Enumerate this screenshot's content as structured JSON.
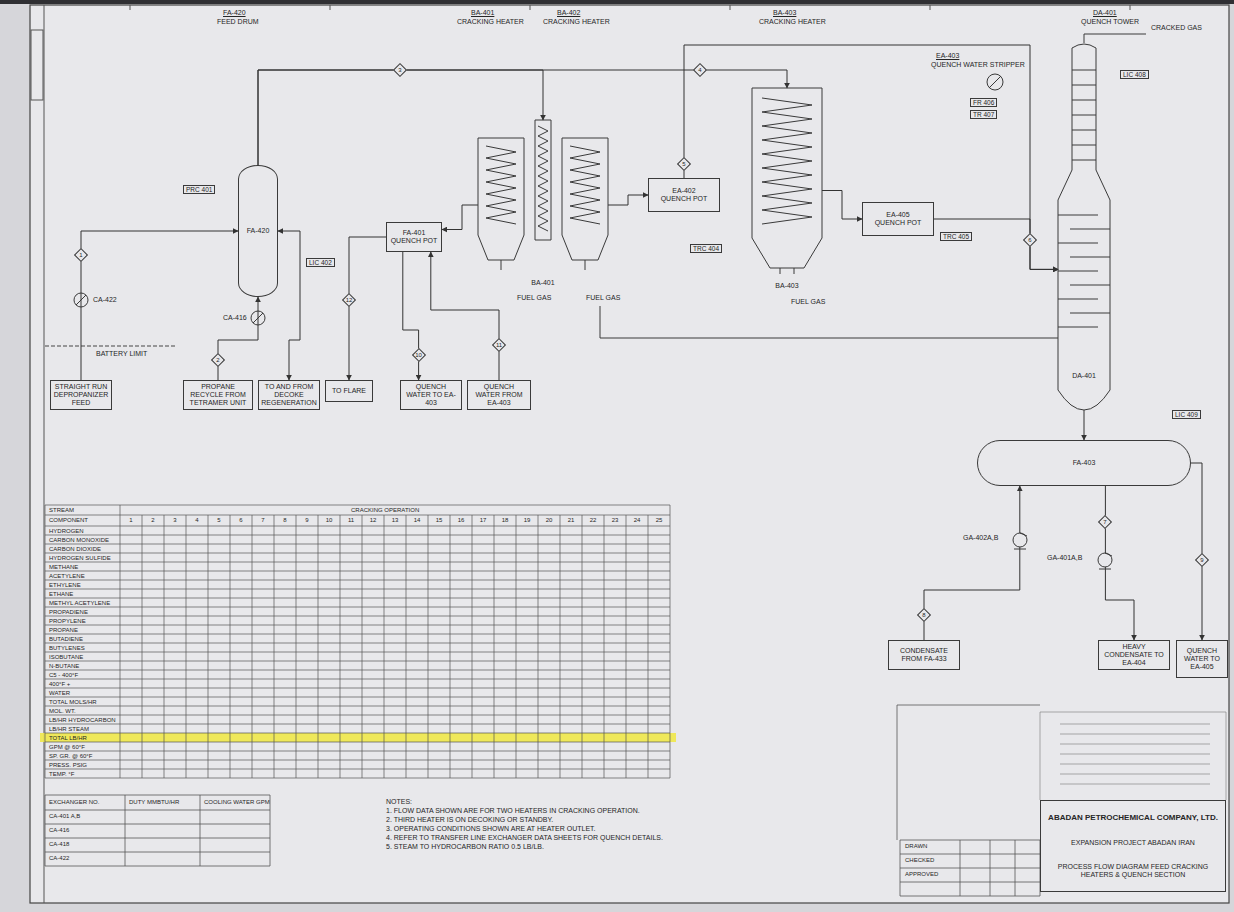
{
  "diagram": {
    "nodes": [
      {
        "text": [
          "FA-420"
        ]
      },
      {
        "text": [
          "FA-401",
          "QUENCH POT"
        ]
      },
      {
        "text": [
          "BA-401"
        ]
      },
      {
        "text": [
          "EA-402",
          "QUENCH POT"
        ]
      },
      {
        "text": [
          "BA-403"
        ]
      },
      {
        "text": [
          "EA-405",
          "QUENCH POT"
        ]
      },
      {
        "text": [
          "DA-401"
        ]
      },
      {
        "text": [
          "FA-403"
        ]
      },
      {
        "text": [
          "STRAIGHT RUN DEPROPANIZER FEED"
        ]
      },
      {
        "text": [
          "PROPANE RECYCLE FROM TETRAMER UNIT"
        ]
      },
      {
        "text": [
          "TO AND FROM DECOKE REGENERATION"
        ]
      },
      {
        "text": [
          "TO FLARE"
        ]
      },
      {
        "text": [
          "QUENCH WATER TO EA-403"
        ]
      },
      {
        "text": [
          "QUENCH WATER FROM EA-403"
        ]
      },
      {
        "text": [
          "CONDENSATE FROM FA-433"
        ]
      },
      {
        "text": [
          "HEAVY CONDENSATE TO EA-404"
        ]
      },
      {
        "text": [
          "QUENCH WATER TO EA-405"
        ]
      },
      {
        "text": [
          "ABADAN PETROCHEMICAL COMPANY, LTD.",
          "EXPANSION PROJECT ABADAN IRAN",
          "PROCESS FLOW DIAGRAM FEED CRACKING HEATERS & QUENCH SECTION"
        ]
      }
    ],
    "edges": [
      {
        "from": 8,
        "to": 0,
        "arrow": "to"
      },
      {
        "from": 9,
        "to": 0,
        "arrow": "to"
      },
      {
        "from": 0,
        "to": 2,
        "arrow": "to"
      },
      {
        "from": 0,
        "to": 4,
        "arrow": "to"
      },
      {
        "from": 2,
        "to": 3,
        "arrow": "to"
      },
      {
        "from": 4,
        "to": 5,
        "arrow": "to"
      },
      {
        "from": 3,
        "to": 6,
        "arrow": "to"
      },
      {
        "from": 5,
        "to": 6,
        "arrow": "to"
      },
      {
        "from": 6,
        "to": 7,
        "arrow": "to"
      },
      {
        "from": 7,
        "to": 15,
        "arrow": "to"
      },
      {
        "from": 7,
        "to": 16,
        "arrow": "to"
      },
      {
        "from": 14,
        "to": 7,
        "arrow": "to"
      },
      {
        "from": 1,
        "to": 12,
        "arrow": "to"
      },
      {
        "from": 13,
        "to": 1,
        "arrow": "to"
      },
      {
        "from": 10,
        "to": 0,
        "arrow": "both"
      },
      {
        "from": 1,
        "to": 11,
        "arrow": "to"
      },
      {
        "from": 2,
        "to": 1,
        "arrow": "to"
      }
    ],
    "labels": [
      "FA-420",
      "FEED DRUM",
      "BA-401",
      "CRACKING HEATER",
      "BA-402",
      "CRACKING HEATER",
      "BA-403",
      "CRACKING HEATER",
      "DA-401",
      "QUENCH TOWER",
      "EA-403",
      "QUENCH WATER STRIPPER",
      "FUEL GAS",
      "FUEL GAS",
      "FUEL GAS",
      "CA-422",
      "CA-416",
      "BATTERY LIMIT",
      "PRC 401",
      "LIC 402",
      "TRC 404",
      "TRC 405",
      "FR 406",
      "TR 407",
      "LIC 408",
      "LIC 409",
      "GA-401A,B",
      "GA-402A,B",
      "CRACKED GAS",
      "1",
      "2",
      "3",
      "4",
      "5",
      "6",
      "7",
      "8",
      "9",
      "10",
      "11",
      "12",
      "NOTES:",
      "1. FLOW DATA SHOWN ARE FOR TWO HEATERS IN CRACKING OPERATION.",
      "2. THIRD HEATER IS ON DECOKING OR STANDBY.",
      "3. OPERATING CONDITIONS SHOWN ARE AT HEATER OUTLET.",
      "4. REFER TO TRANSFER LINE EXCHANGER DATA SHEETS FOR QUENCH DETAILS.",
      "5. STEAM TO HYDROCARBON RATIO 0.5 LB/LB.",
      "EXCHANGER NO.",
      "DUTY MMBTU/HR",
      "COOLING WATER GPM",
      "CA-401 A,B",
      "CA-416",
      "CA-418",
      "CA-422",
      "DRAWN",
      "CHECKED",
      "APPROVED",
      "STREAM",
      "COMPONENT",
      "CRACKING OPERATION",
      "1",
      "2",
      "3",
      "4",
      "5",
      "6",
      "7",
      "8",
      "9",
      "10",
      "11",
      "12",
      "13",
      "14",
      "15",
      "16",
      "17",
      "18",
      "19",
      "20",
      "21",
      "22",
      "23",
      "24",
      "25",
      "HYDROGEN",
      "CARBON MONOXIDE",
      "CARBON DIOXIDE",
      "HYDROGEN SULFIDE",
      "METHANE",
      "ACETYLENE",
      "ETHYLENE",
      "ETHANE",
      "METHYL ACETYLENE",
      "PROPADIENE",
      "PROPYLENE",
      "PROPANE",
      "BUTADIENE",
      "BUTYLENES",
      "ISOBUTANE",
      "N-BUTANE",
      "C5 - 400°F",
      "400°F +",
      "WATER",
      "TOTAL MOLS/HR",
      "MOL. WT.",
      "LB/HR HYDROCARBON",
      "LB/HR STEAM",
      "TOTAL LB/HR",
      "GPM @ 60°F",
      "SP. GR. @ 60°F",
      "PRESS. PSIG",
      "TEMP. °F"
    ]
  }
}
